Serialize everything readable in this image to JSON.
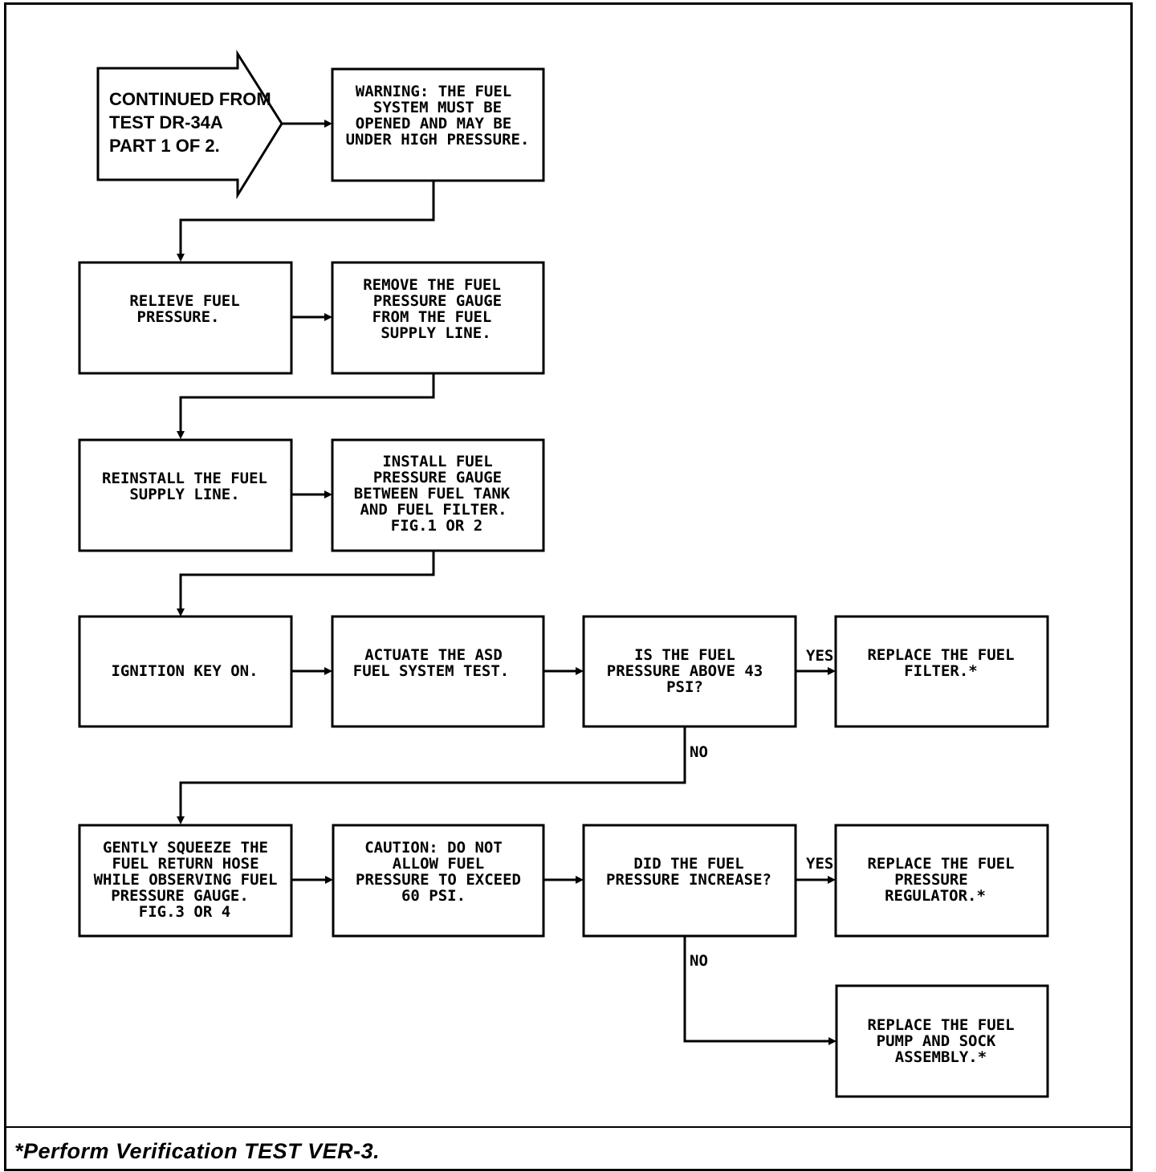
{
  "flowchart": {
    "start": {
      "lines": [
        "CONTINUED FROM",
        "TEST DR-34A",
        "PART 1 OF 2."
      ]
    },
    "boxes": {
      "warning": [
        "WARNING: THE FUEL",
        "SYSTEM MUST BE",
        "OPENED AND MAY BE",
        "UNDER HIGH PRESSURE."
      ],
      "relieve": [
        "RELIEVE FUEL",
        "PRESSURE."
      ],
      "remove_gauge": [
        "REMOVE THE FUEL",
        "PRESSURE GAUGE",
        "FROM THE FUEL",
        "SUPPLY LINE."
      ],
      "reinstall": [
        "REINSTALL THE FUEL",
        "SUPPLY LINE."
      ],
      "install_gauge": [
        "INSTALL FUEL",
        "PRESSURE GAUGE",
        "BETWEEN FUEL TANK",
        "AND FUEL FILTER.",
        "FIG.1 OR 2"
      ],
      "ignition": [
        "IGNITION KEY ON."
      ],
      "actuate": [
        "ACTUATE THE ASD",
        "FUEL SYSTEM TEST."
      ],
      "decision_above_43": [
        "IS THE FUEL",
        "PRESSURE ABOVE 43",
        "PSI?"
      ],
      "replace_filter": [
        "REPLACE THE FUEL",
        "FILTER.*"
      ],
      "squeeze": [
        "GENTLY SQUEEZE THE",
        "FUEL RETURN HOSE",
        "WHILE OBSERVING FUEL",
        "PRESSURE GAUGE.",
        "FIG.3 OR 4"
      ],
      "caution": [
        "CAUTION: DO NOT",
        "ALLOW FUEL",
        "PRESSURE TO EXCEED",
        "60 PSI."
      ],
      "decision_increase": [
        "DID THE FUEL",
        "PRESSURE INCREASE?"
      ],
      "replace_regulator": [
        "REPLACE THE FUEL",
        "PRESSURE",
        "REGULATOR.*"
      ],
      "replace_pump": [
        "REPLACE THE FUEL",
        "PUMP AND SOCK",
        "ASSEMBLY.*"
      ]
    },
    "labels": {
      "yes_1": "YES",
      "no_1": "NO",
      "yes_2": "YES",
      "no_2": "NO"
    }
  },
  "footnote": "*Perform Verification TEST VER-3."
}
